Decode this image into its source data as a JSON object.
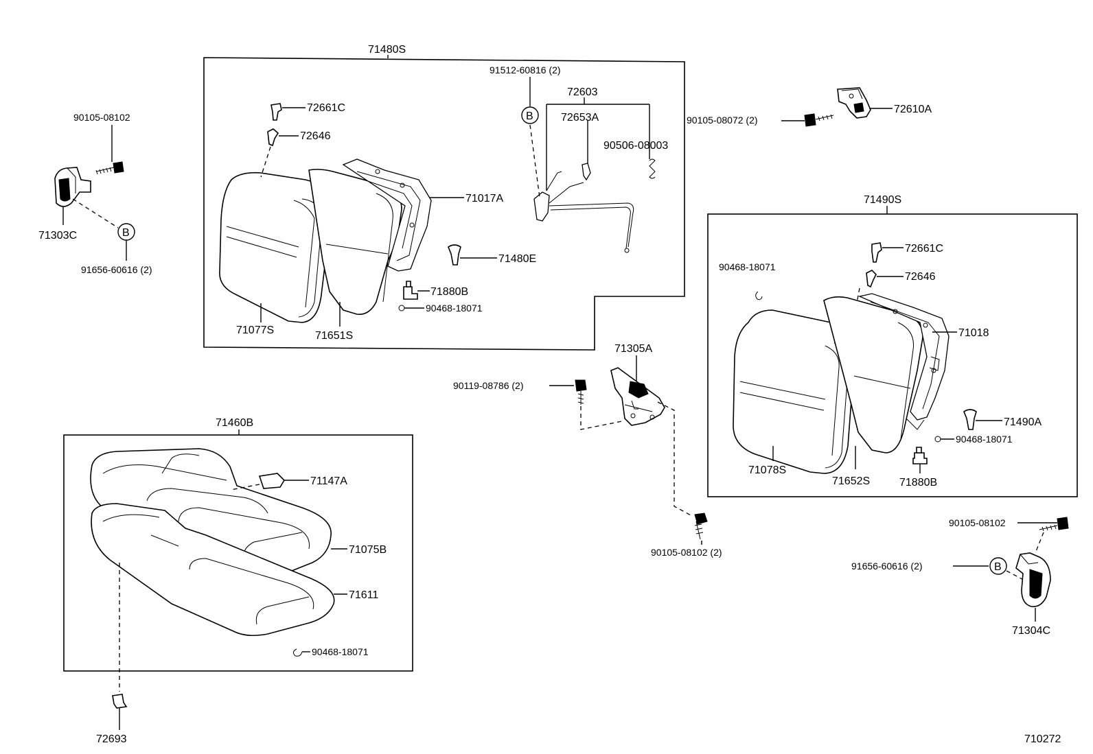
{
  "diagram": {
    "callouts": {
      "g71480s": "71480S",
      "p91512": "91512-60816 (2)",
      "p72603": "72603",
      "p72653a": "72653A",
      "p90506": "90506-08003",
      "p72661c_a": "72661C",
      "p72646_a": "72646",
      "p71017a": "71017A",
      "p71480e": "71480E",
      "p71880b_a": "71880B",
      "p90468_a": "90468-18071",
      "p71077s": "71077S",
      "p71651s": "71651S",
      "p90105_a": "90105-08102",
      "p71303c": "71303C",
      "p91656_a": "91656-60616 (2)",
      "p90105_72": "90105-08072 (2)",
      "p72610a": "72610A",
      "g71490s": "71490S",
      "p90468_b": "90468-18071",
      "p72661c_b": "72661C",
      "p72646_b": "72646",
      "p71018": "71018",
      "p71490a": "71490A",
      "p90468_c": "90468-18071",
      "p71078s": "71078S",
      "p71652s": "71652S",
      "p71880b_b": "71880B",
      "p71305a": "71305A",
      "p90119": "90119-08786 (2)",
      "p90105_b": "90105-08102 (2)",
      "g71460b": "71460B",
      "p71147a": "71147A",
      "p71075b": "71075B",
      "p71611": "71611",
      "p90468_d": "90468-18071",
      "p72693": "72693",
      "p90105_c": "90105-08102",
      "p91656_b": "91656-60616 (2)",
      "p71304c": "71304C"
    },
    "markers": {
      "b1": "B",
      "b2": "B",
      "b3": "B"
    },
    "figure_number": "710272"
  }
}
